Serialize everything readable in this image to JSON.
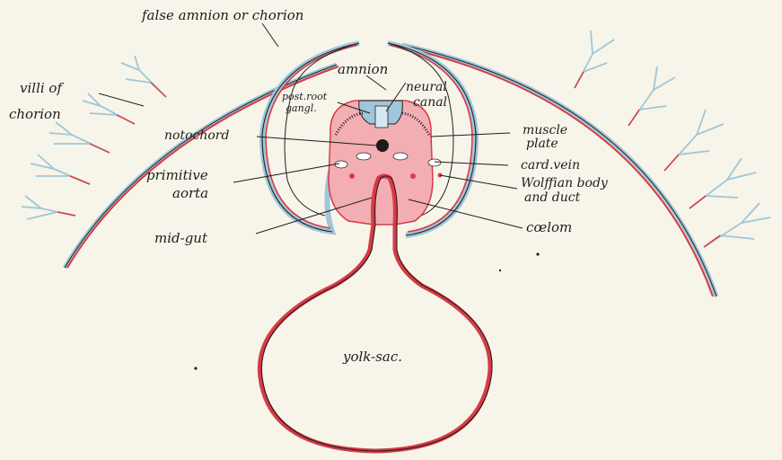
{
  "labels": {
    "false_amnion": "false amnion or chorion",
    "villi_1": "villi of",
    "villi_2": "chorion",
    "amnion": "amnion",
    "post_root_1": "post.root",
    "post_root_2": "gangl.",
    "neural_canal_1": "neural",
    "neural_canal_2": "canal",
    "notochord": "notochord",
    "muscle_plate_1": "muscle",
    "muscle_plate_2": "plate",
    "primitive_aorta_1": "primitive",
    "primitive_aorta_2": "aorta",
    "card_vein": "card.vein",
    "wolffian_1": "Wolffian body",
    "wolffian_2": "and duct",
    "mid_gut": "mid-gut",
    "coelom": "cœlom",
    "yolk_sac": "yolk-sac."
  },
  "colors": {
    "background": "#f7f5e9",
    "outline": "#222222",
    "mesoderm_red": "#d93a45",
    "tissue_pink": "#f2aeb2",
    "ectoderm_blue": "#9fc6d9"
  }
}
